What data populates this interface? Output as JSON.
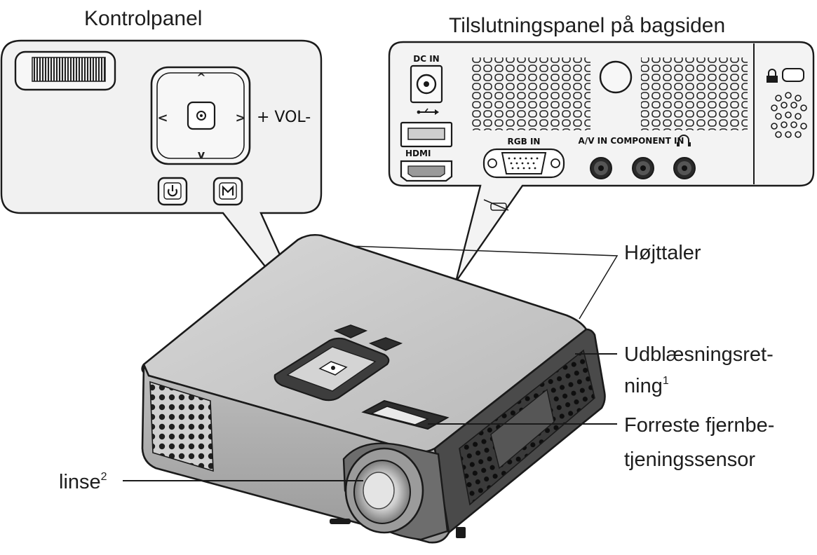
{
  "labels": {
    "control_panel_title": "Kontrolpanel",
    "rear_panel_title": "Tilslutningspanel på bagsiden",
    "speaker": "Højttaler",
    "exhaust_line1": "Udblæsningsret-",
    "exhaust_line2": "ning",
    "exhaust_sup": "1",
    "sensor_line1": "Forreste fjernbe-",
    "sensor_line2": "tjeningssensor",
    "lens": "linse",
    "lens_sup": "2"
  },
  "control_panel": {
    "vol_label": "+ VOL-",
    "up_arrow": "^",
    "down_arrow": "v",
    "left_arrow": "<",
    "right_arrow": ">",
    "power_icon": "power-icon",
    "menu_icon": "menu-icon",
    "ok_icon": "ok-icon"
  },
  "rear_panel": {
    "dc_in": "DC IN",
    "hdmi": "HDMI",
    "rgb_in": "RGB IN",
    "av_component_in": "A/V IN COMPONENT IN",
    "usb_icon": "usb-icon",
    "headphone_icon": "headphone-icon",
    "lock_icon": "lock-icon"
  },
  "colors": {
    "line": "#1a1a1a",
    "panel_fill": "#f1f1f1",
    "body_top": "#c9c9c9",
    "body_side": "#8a8a8a",
    "body_dark": "#2e2e2e"
  }
}
